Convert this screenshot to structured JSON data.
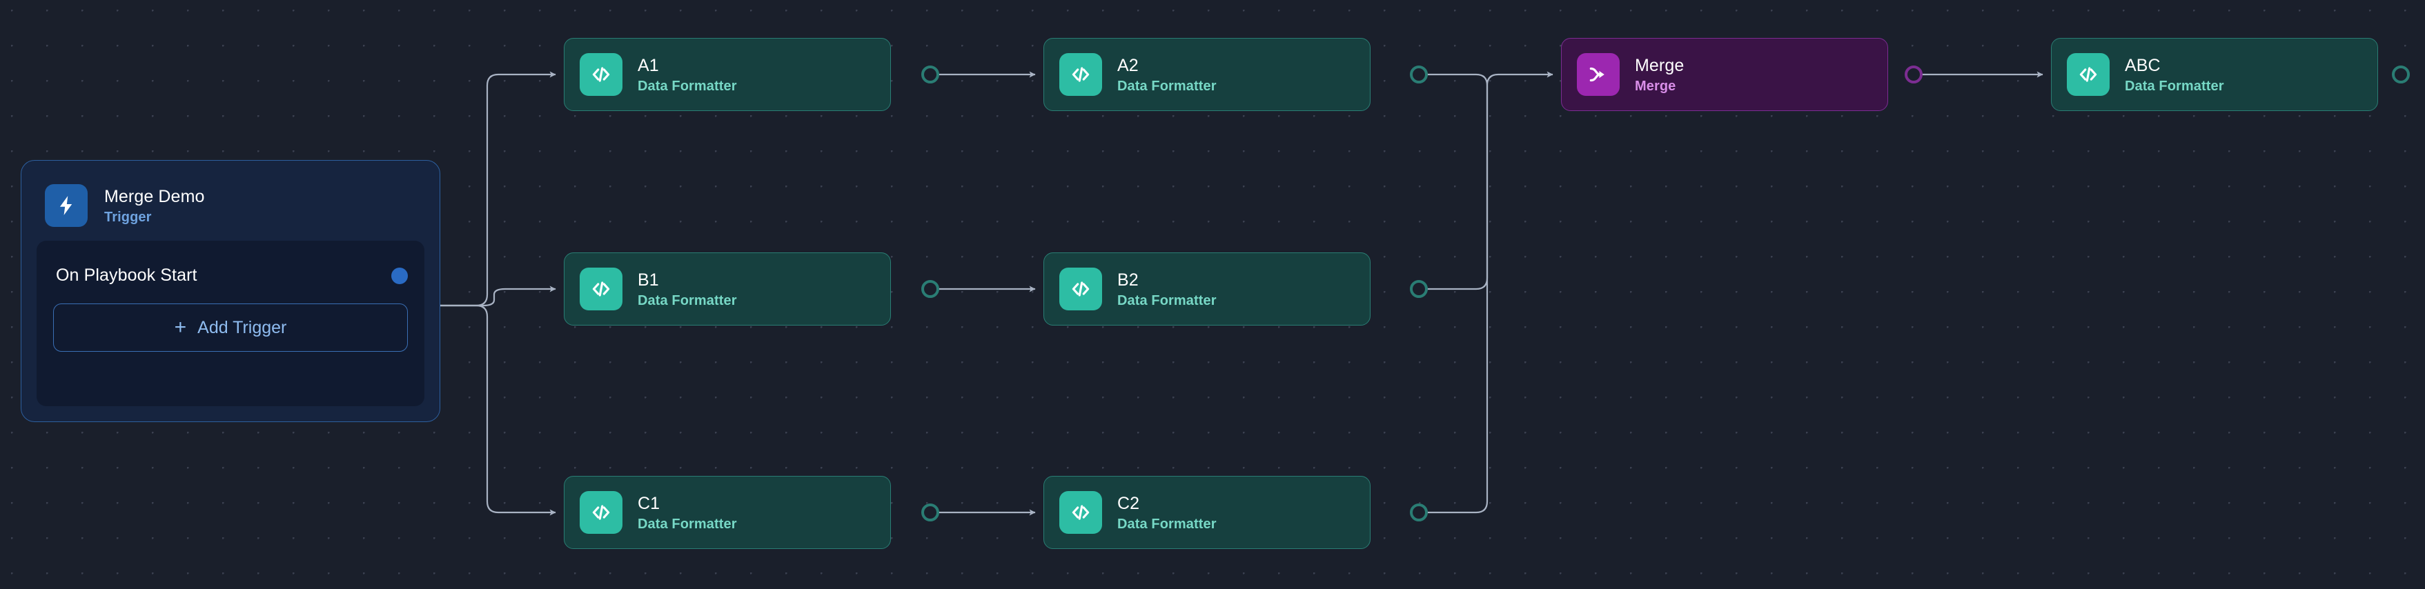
{
  "canvas": {
    "background_color": "#1a1f2b",
    "dot_color": "#3b4050",
    "edge_color": "#a9b3c4"
  },
  "trigger": {
    "title": "Merge Demo",
    "subtitle": "Trigger",
    "icon": "lightning-bolt-icon",
    "icon_color": "#1f5fa8",
    "border_color": "#2d5f9e",
    "row_label": "On Playbook Start",
    "add_button_label": "Add Trigger",
    "add_button_plus": "+",
    "port_color": "#2a6bc4"
  },
  "nodes": [
    {
      "id": "a1",
      "title": "A1",
      "subtitle": "Data Formatter",
      "icon": "code-icon",
      "kind": "action",
      "icon_color": "#2dbda4",
      "border_color": "#2a7d74"
    },
    {
      "id": "a2",
      "title": "A2",
      "subtitle": "Data Formatter",
      "icon": "code-icon",
      "kind": "action",
      "icon_color": "#2dbda4",
      "border_color": "#2a7d74"
    },
    {
      "id": "b1",
      "title": "B1",
      "subtitle": "Data Formatter",
      "icon": "code-icon",
      "kind": "action",
      "icon_color": "#2dbda4",
      "border_color": "#2a7d74"
    },
    {
      "id": "b2",
      "title": "B2",
      "subtitle": "Data Formatter",
      "icon": "code-icon",
      "kind": "action",
      "icon_color": "#2dbda4",
      "border_color": "#2a7d74"
    },
    {
      "id": "c1",
      "title": "C1",
      "subtitle": "Data Formatter",
      "icon": "code-icon",
      "kind": "action",
      "icon_color": "#2dbda4",
      "border_color": "#2a7d74"
    },
    {
      "id": "c2",
      "title": "C2",
      "subtitle": "Data Formatter",
      "icon": "code-icon",
      "kind": "action",
      "icon_color": "#2dbda4",
      "border_color": "#2a7d74"
    },
    {
      "id": "merge",
      "title": "Merge",
      "subtitle": "Merge",
      "icon": "merge-icon",
      "kind": "merge",
      "icon_color": "#9c27b0",
      "border_color": "#7c2d92"
    },
    {
      "id": "abc",
      "title": "ABC",
      "subtitle": "Data Formatter",
      "icon": "code-icon",
      "kind": "action",
      "icon_color": "#2dbda4",
      "border_color": "#2a7d74"
    }
  ]
}
